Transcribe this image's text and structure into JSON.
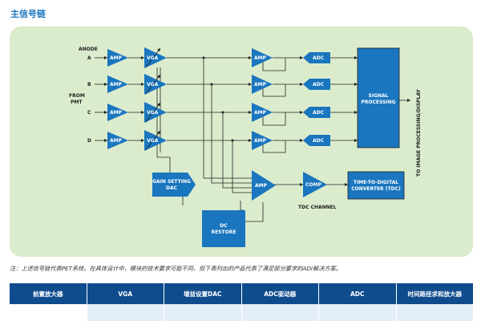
{
  "title": "主信号链",
  "labels": {
    "anode": "ANODE",
    "from": "FROM",
    "pmt": "PMT",
    "channels": [
      "A",
      "B",
      "C",
      "D"
    ],
    "amp": "AMP",
    "vga": "VGA",
    "adc": "ADC",
    "signal_processing_1": "SIGNAL",
    "signal_processing_2": "PROCESSING",
    "gain_dac_1": "GAIN SETTING",
    "gain_dac_2": "DAC",
    "comp": "COMP",
    "tdc_1": "TIME-TO-DIGITAL",
    "tdc_2": "CONVERTER (TDC)",
    "tdc_channel": "TDC CHANNEL",
    "dc_restore_1": "DC",
    "dc_restore_2": "RESTORE",
    "to_display": "TO IMAGE PROCESSING/DISPLAY"
  },
  "note": "注：上述信号链代表PET系统。在具体设计中，模块的技术要求可能不同，但下表列出的产品代表了满足部分要求的ADI解决方案。",
  "table": {
    "headers": [
      "前置放大器",
      "VGA",
      "增益设置DAC",
      "ADC驱动器",
      "ADC",
      "时间路径求和放大器"
    ]
  },
  "colors": {
    "block": "#1a76be",
    "panel": "#dbeccd",
    "title": "#1a76be",
    "table_header": "#0f4c8e",
    "table_cell": "#e4eef8"
  }
}
